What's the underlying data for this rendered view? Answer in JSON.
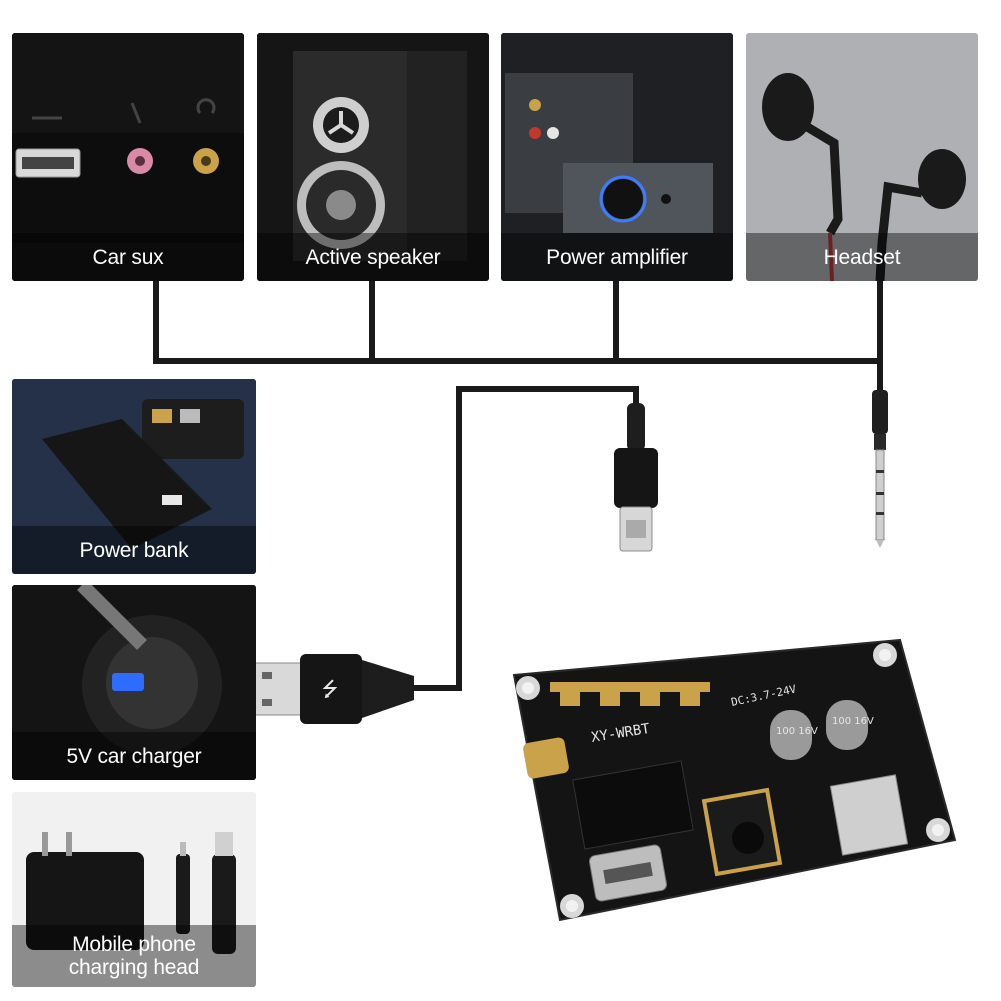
{
  "devices_top": [
    {
      "label": "Car sux"
    },
    {
      "label": "Active speaker"
    },
    {
      "label": "Power amplifier"
    },
    {
      "label": "Headset"
    }
  ],
  "power_sources": [
    {
      "label": "Power bank"
    },
    {
      "label": "5V car charger"
    },
    {
      "label": "Mobile phone\ncharging head"
    }
  ],
  "board": {
    "silkscreen": "XY-WRBT",
    "voltage": "DC:3.7-24V",
    "cap_label": "100 16V"
  },
  "colors": {
    "accent_pink": "#d98aa6",
    "usb_blue": "#2e6bff",
    "gold": "#c9a24a"
  }
}
